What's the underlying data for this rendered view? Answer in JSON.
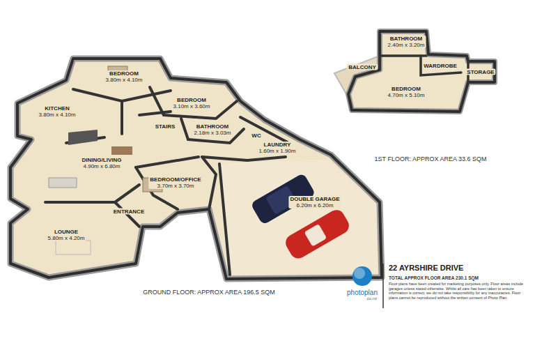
{
  "diagram": {
    "title": "22 AYRSHIRE DRIVE",
    "nodes": [
      {
        "text": [
          "BEDROOM",
          "3.80m x 4.10m"
        ]
      },
      {
        "text": [
          "BEDROOM",
          "3.10m x 3.60m"
        ]
      },
      {
        "text": [
          "KITCHEN",
          "3.80m x 4.10m"
        ]
      },
      {
        "text": [
          "STAIRS"
        ]
      },
      {
        "text": [
          "BATHROOM",
          "2.18m x 3.03m"
        ]
      },
      {
        "text": [
          "WC"
        ]
      },
      {
        "text": [
          "LAUNDRY",
          "1.60m x 1.90m"
        ]
      },
      {
        "text": [
          "DINING/LIVING",
          "4.90m x 6.80m"
        ]
      },
      {
        "text": [
          "BEDROOM/OFFICE",
          "3.70m x 3.70m"
        ]
      },
      {
        "text": [
          "ENTRANCE"
        ]
      },
      {
        "text": [
          "DOUBLE GARAGE",
          "6.20m x 6.20m"
        ]
      },
      {
        "text": [
          "LOUNGE",
          "5.80m x 4.20m"
        ]
      },
      {
        "text": [
          "BALCONY"
        ]
      },
      {
        "text": [
          "BATHROOM",
          "2.40m x 3.20m"
        ]
      },
      {
        "text": [
          "WARDROBE"
        ]
      },
      {
        "text": [
          "STORAGE"
        ]
      },
      {
        "text": [
          "BEDROOM",
          "4.70m x 5.10m"
        ]
      }
    ],
    "labels": [
      "GROUND FLOOR: APPROX AREA 196.5 SQM",
      "1ST FLOOR: APPROX AREA 33.6 SQM",
      "TOTAL APPROX FLOOR AREA 230.1 SQM",
      "Floor plans have been created for marketing purposes only. Floor areas include garages unless stated otherwise. Whilst all care has been taken to ensure information is correct, we do not take responsibility for any inaccuracies. Floor plans cannot be reproduced without the written consent of Photo Plan.",
      "photoplan",
      ".co.nz"
    ]
  }
}
